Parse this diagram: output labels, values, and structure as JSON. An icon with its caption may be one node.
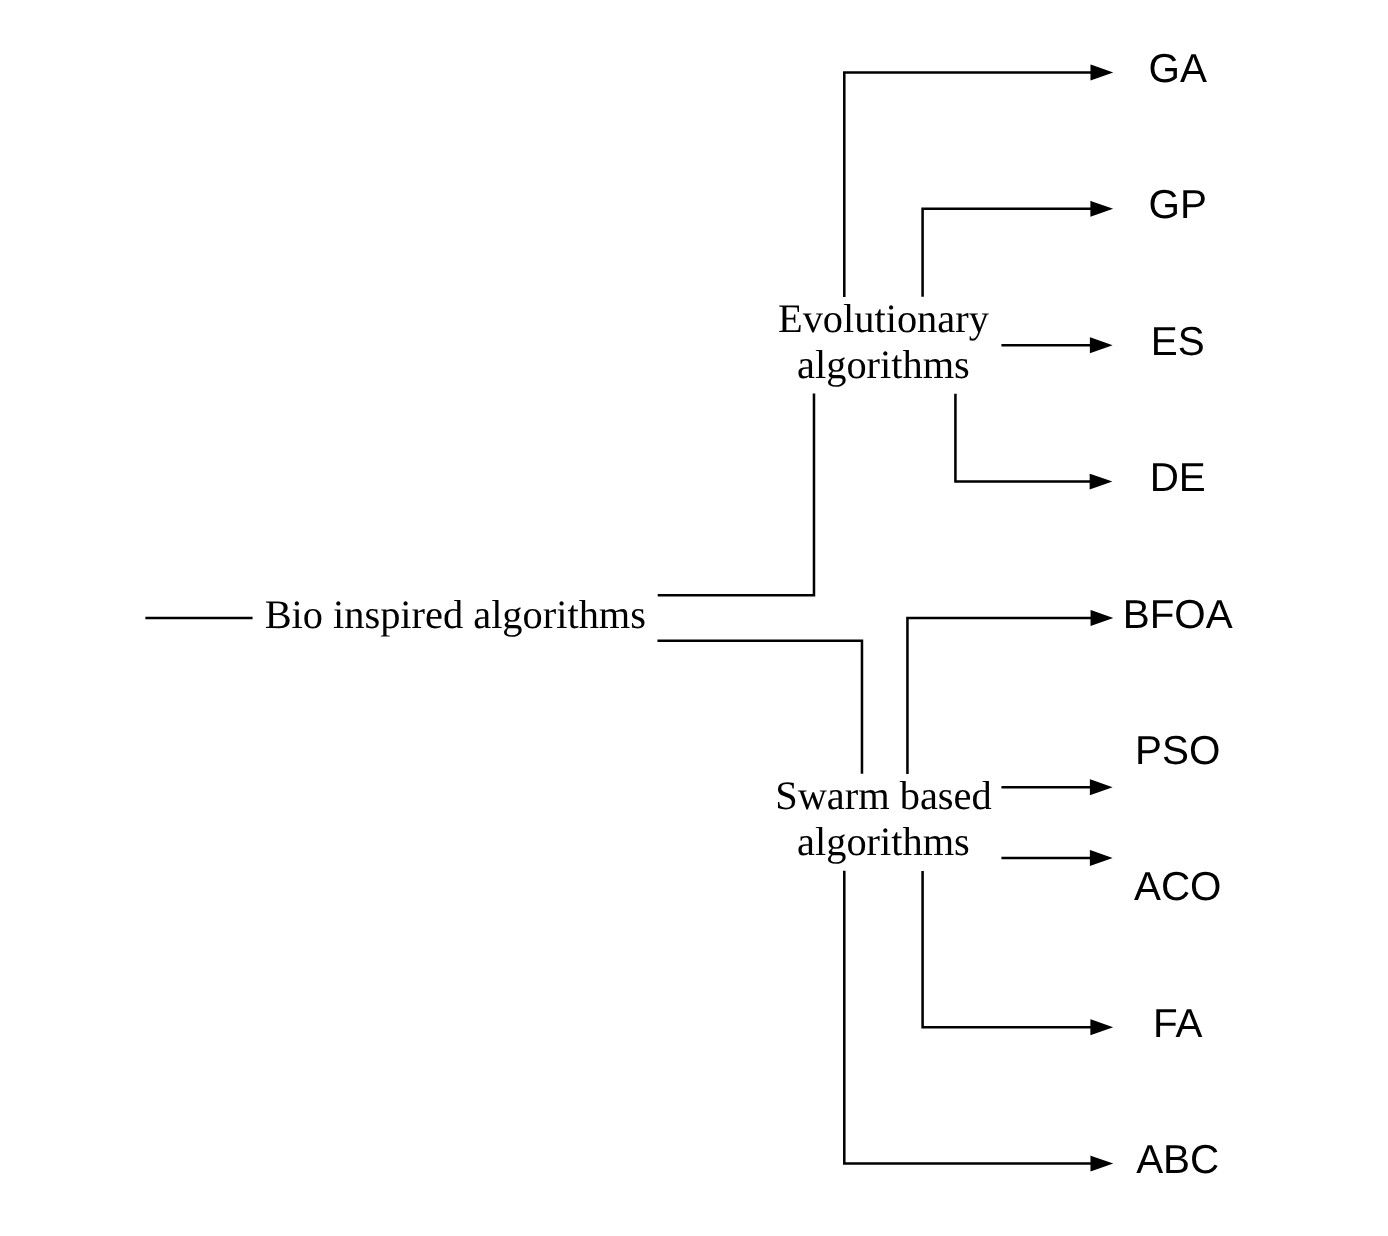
{
  "diagram": {
    "nodes": [
      {
        "text": [
          "Bio inspired algorithms"
        ]
      },
      {
        "text": [
          "Evolutionary algorithms"
        ]
      },
      {
        "text": [
          "Swarm based algorithms"
        ]
      },
      {
        "text": [
          "GA"
        ]
      },
      {
        "text": [
          "GP"
        ]
      },
      {
        "text": [
          "ES"
        ]
      },
      {
        "text": [
          "DE"
        ]
      },
      {
        "text": [
          "BFOA"
        ]
      },
      {
        "text": [
          "PSO"
        ]
      },
      {
        "text": [
          "ACO"
        ]
      },
      {
        "text": [
          "FA"
        ]
      },
      {
        "text": [
          "ABC"
        ]
      }
    ],
    "edges": [
      {
        "from": null,
        "to": 0,
        "arrow": "none"
      },
      {
        "from": 0,
        "to": 1,
        "arrow": "none"
      },
      {
        "from": 0,
        "to": 2,
        "arrow": "none"
      },
      {
        "from": 1,
        "to": 3,
        "arrow": "to"
      },
      {
        "from": 1,
        "to": 4,
        "arrow": "to"
      },
      {
        "from": 1,
        "to": 5,
        "arrow": "to"
      },
      {
        "from": 1,
        "to": 6,
        "arrow": "to"
      },
      {
        "from": 2,
        "to": 7,
        "arrow": "to"
      },
      {
        "from": 2,
        "to": 8,
        "arrow": "to"
      },
      {
        "from": 2,
        "to": 9,
        "arrow": "to"
      },
      {
        "from": 2,
        "to": 10,
        "arrow": "to"
      },
      {
        "from": 2,
        "to": 11,
        "arrow": "to"
      }
    ]
  }
}
